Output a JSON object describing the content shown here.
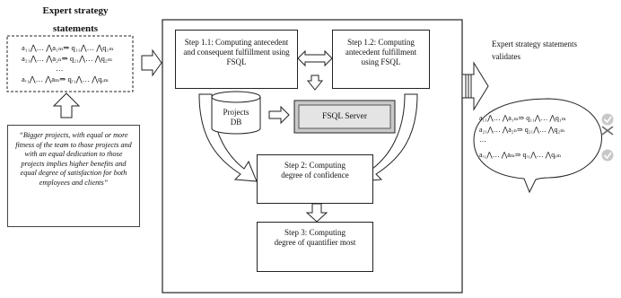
{
  "left": {
    "title_line1": "Expert strategy",
    "title_line2": "statements",
    "formulas": [
      "a₁₁⋀… ⋀a₁ₘ⇒ q₁₁⋀… ⋀q₁ₘ",
      "a₂₁⋀… ⋀a₂ₙ⇒ q₂₁⋀… ⋀q₂ₘ",
      "…",
      "aᵣ₁⋀… ⋀aₘ⇒ qᵣ₁⋀… ⋀qₑₘ"
    ],
    "quote": "“Bigger projects, with equal or more fitness of the team to those projects and with an equal dedication to those projects implies higher benefits and equal degree of satisfaction for both employees and clients”"
  },
  "center": {
    "step11": "Step 1.1: Computing antecedent and consequent fulfillment using FSQL",
    "step12": "Step 1.2: Computing antecedent fulfillment using FSQL",
    "db_line1": "Projects",
    "db_line2": "DB",
    "server": "FSQL Server",
    "step2": "Step 2: Computing degree of confidence",
    "step3": "Step 3: Computing degree of quantifier most"
  },
  "right": {
    "title": "Expert strategy statements validates",
    "formulas": [
      "a₁₁⋀… ⋀a₁ₘ⇒ q₁₁⋀… ⋀q₁ₘ",
      "a₂₁⋀… ⋀a₂ₙ⇒ q₂₁⋀… ⋀q₂ₘ",
      "…",
      "aᵣ₁⋀… ⋀aₘ⇒ qᵣ₁⋀… ⋀qₑₘ"
    ]
  }
}
